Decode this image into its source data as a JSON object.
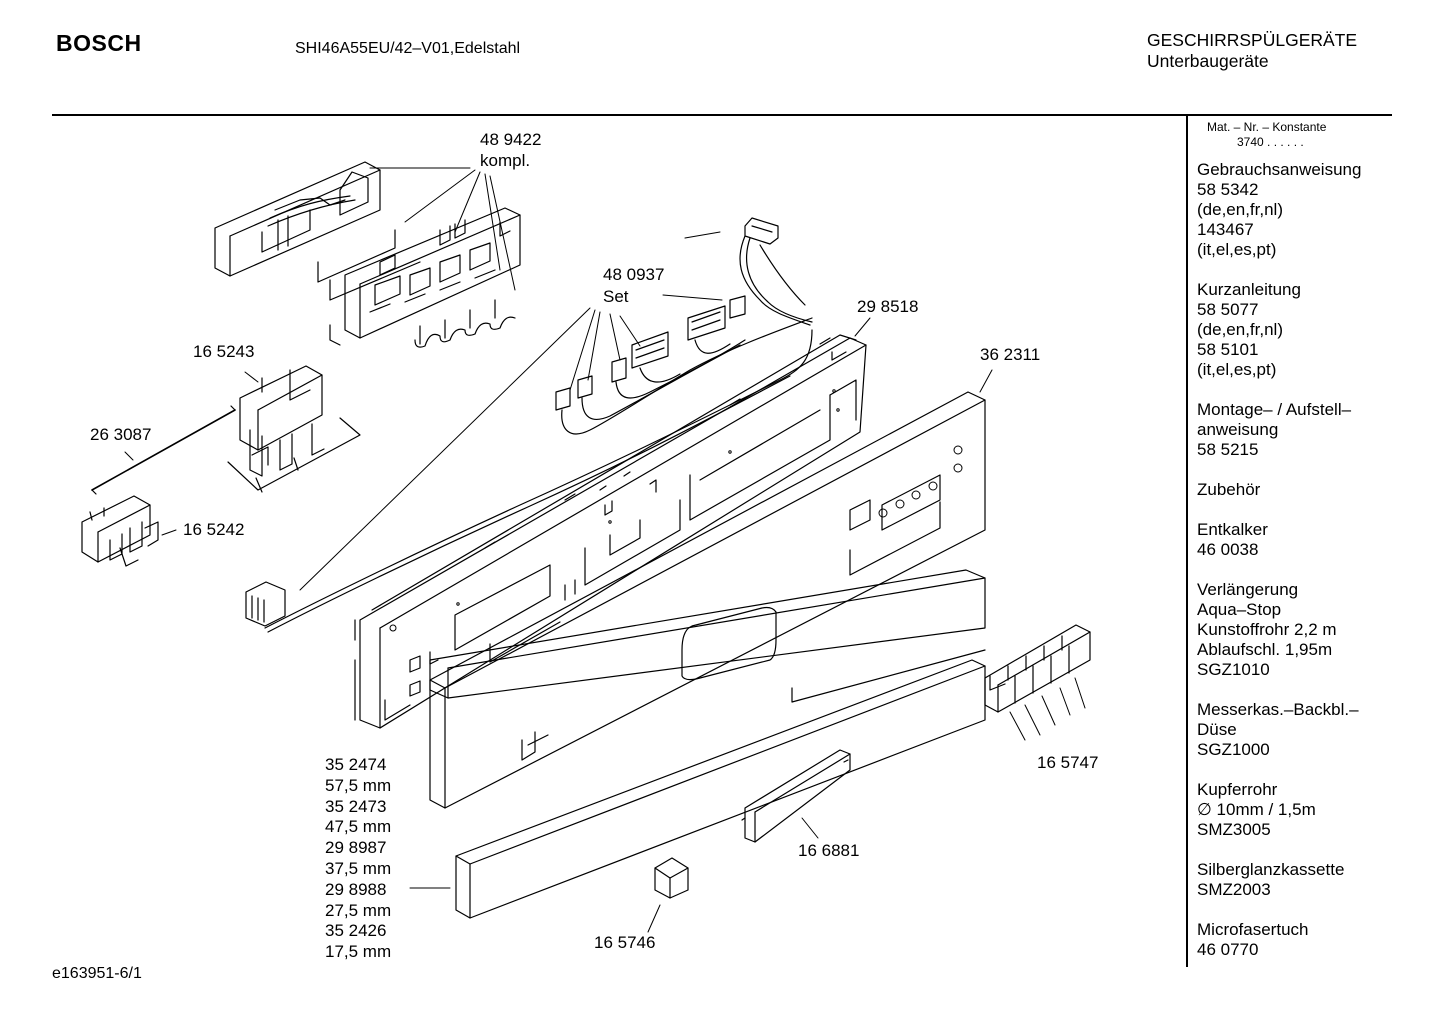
{
  "header": {
    "brand": "BOSCH",
    "model": "SHI46A55EU/42–V01,Edelstahl",
    "category_line1": "GESCHIRRSPÜLGERÄTE",
    "category_line2": "Unterbaugeräte"
  },
  "sidebar": {
    "mat_header": "Mat. – Nr. – Konstante",
    "mat_value": "3740  .  .    .  .  .  .",
    "groups": [
      {
        "lines": [
          "Gebrauchsanweisung",
          "58 5342",
          "(de,en,fr,nl)",
          "143467",
          "(it,el,es,pt)"
        ]
      },
      {
        "lines": [
          "Kurzanleitung",
          "58 5077",
          "(de,en,fr,nl)",
          "58 5101",
          "(it,el,es,pt)"
        ]
      },
      {
        "lines": [
          "Montage– / Aufstell–",
          "anweisung",
          "58 5215"
        ]
      },
      {
        "lines": [
          "Zubehör"
        ]
      },
      {
        "lines": [
          "Entkalker",
          "46 0038"
        ]
      },
      {
        "lines": [
          "Verlängerung",
          "Aqua–Stop",
          "Kunstoffrohr 2,2 m",
          "Ablaufschl. 1,95m",
          "SGZ1010"
        ]
      },
      {
        "lines": [
          "Messerkas.–Backbl.–",
          "Düse",
          "SGZ1000"
        ]
      },
      {
        "lines": [
          "Kupferrohr",
          "∅ 10mm / 1,5m",
          "SMZ3005"
        ]
      },
      {
        "lines": [
          "Silberglanzkassette",
          "SMZ2003"
        ]
      },
      {
        "lines": [
          "Microfasertuch",
          "46 0770"
        ]
      }
    ]
  },
  "parts": {
    "p489422": "48 9422",
    "p489422_sub": "kompl.",
    "p480937": "48 0937",
    "p480937_sub": "Set",
    "p298518": "29 8518",
    "p362311": "36 2311",
    "p165243": "16 5243",
    "p263087": "26 3087",
    "p165242": "16 5242",
    "p165747": "16 5747",
    "p166881": "16 6881",
    "p165746": "16 5746",
    "stack": [
      "35 2474",
      "57,5 mm",
      "35 2473",
      "47,5 mm",
      "29 8987",
      "37,5 mm",
      "29 8988",
      "27,5 mm",
      "35 2426",
      "17,5 mm"
    ]
  },
  "footer": "e163951-6/1"
}
